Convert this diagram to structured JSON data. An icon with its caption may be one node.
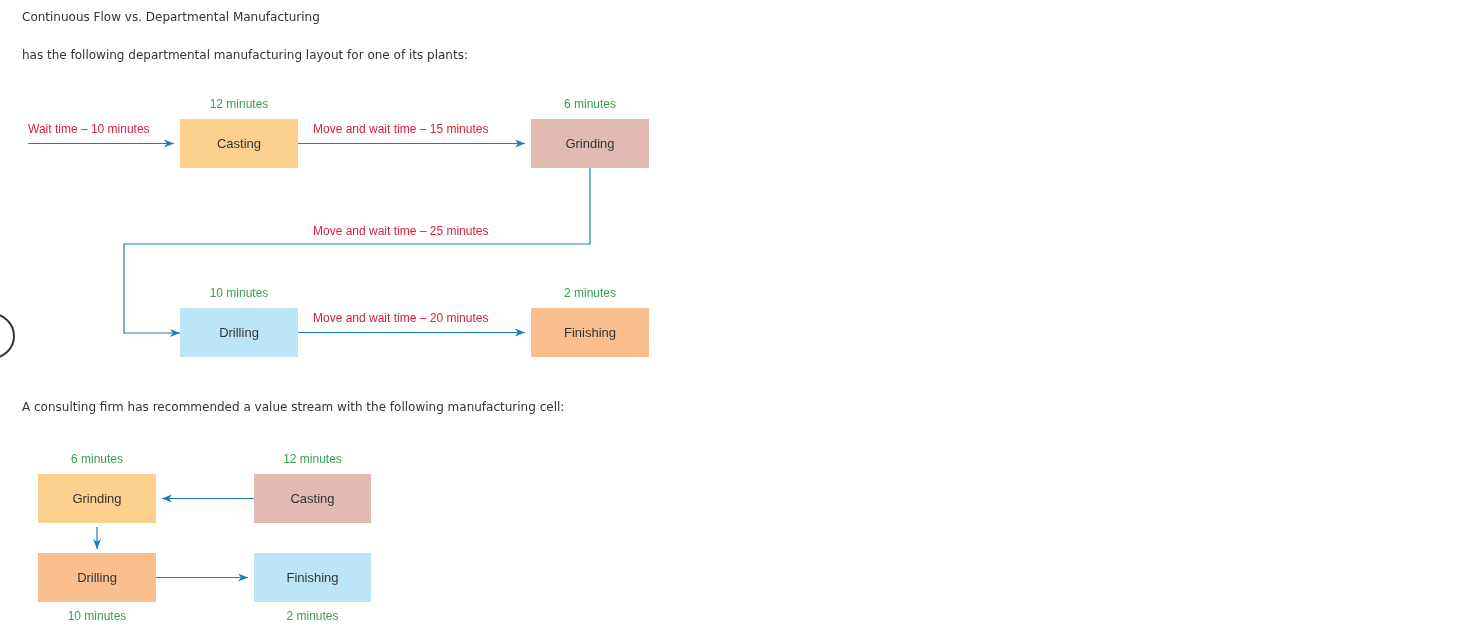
{
  "diagram": {
    "title": "Continuous Flow vs. Departmental Manufacturing",
    "nodes": [
      {
        "text": [
          "Casting"
        ],
        "beside": [
          "12 minutes"
        ]
      },
      {
        "text": [
          "Grinding"
        ],
        "beside": [
          "6 minutes"
        ]
      },
      {
        "text": [
          "Drilling"
        ],
        "beside": [
          "10 minutes"
        ]
      },
      {
        "text": [
          "Finishing"
        ],
        "beside": [
          "2 minutes"
        ]
      },
      {
        "text": [
          "Grinding"
        ],
        "beside": [
          "6 minutes"
        ]
      },
      {
        "text": [
          "Casting"
        ],
        "beside": [
          "12 minutes"
        ]
      },
      {
        "text": [
          "Drilling"
        ],
        "beside": [
          "10 minutes"
        ]
      },
      {
        "text": [
          "Finishing"
        ],
        "beside": [
          "2 minutes"
        ]
      }
    ],
    "edges": [
      {
        "from": null,
        "to": 0,
        "arrow": "to",
        "label": "Wait time – 10 minutes"
      },
      {
        "from": 0,
        "to": 1,
        "arrow": "to",
        "label": "Move and wait time – 15 minutes"
      },
      {
        "from": 1,
        "to": 2,
        "arrow": "to",
        "label": "Move and wait time – 25 minutes"
      },
      {
        "from": 2,
        "to": 3,
        "arrow": "to",
        "label": "Move and wait time – 20 minutes"
      },
      {
        "from": 5,
        "to": 4,
        "arrow": "to"
      },
      {
        "from": 4,
        "to": 6,
        "arrow": "to"
      },
      {
        "from": 6,
        "to": 7,
        "arrow": "to"
      }
    ],
    "labels": [
      "has the following departmental manufacturing layout for one of its plants:",
      "A consulting firm has recommended a value stream with the following manufacturing cell:"
    ]
  }
}
